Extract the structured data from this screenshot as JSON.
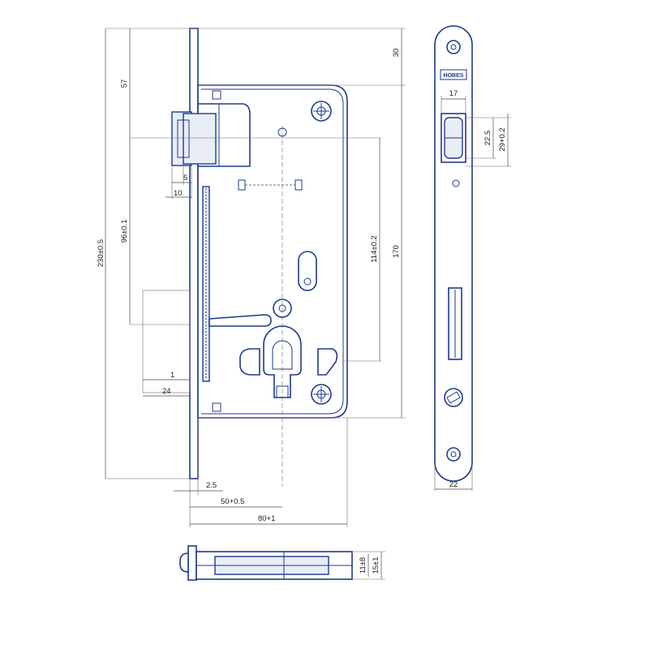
{
  "diagram": {
    "colors": {
      "line": "#1f3a8a",
      "dimension": "#4a4a4a",
      "background": "#ffffff"
    },
    "brand_mark": "HOBES",
    "dimensions": {
      "top_margin": "30",
      "height_57": "57",
      "total_height": "230±0.5",
      "backset_96": "96±0.1",
      "distance_114": "114±0.2",
      "body_170": "170",
      "latch_5": "5",
      "latch_10": "10",
      "faceplate_1": "1",
      "faceplate_24": "24",
      "faceplate_2_5": "2.5",
      "backset_50": "50+0.5",
      "depth_80": "80+1",
      "strike_17": "17",
      "strike_22_5": "22.5",
      "strike_29": "29+0.2",
      "strike_width_22": "22",
      "thick_11": "11±8",
      "thick_15": "15±1"
    }
  }
}
